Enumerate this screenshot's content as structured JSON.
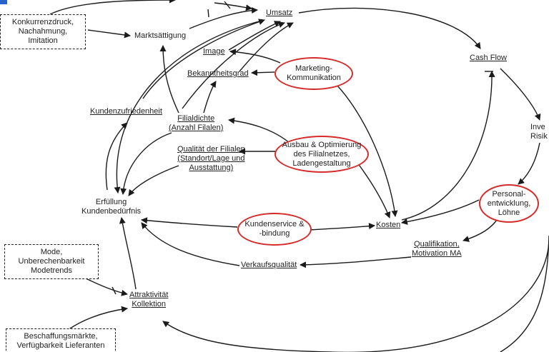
{
  "nodes": {
    "umsatz": "Umsatz",
    "cash_flow": "Cash Flow",
    "marktsaettigung": "Marktsättigung",
    "image": "Image",
    "bekanntheitsgrad": "Bekanntheitsgrad",
    "kundenzufriedenheit": "Kundenzufriedenheit",
    "filialdichte_1": "Filialdichte",
    "filialdichte_2": "(Anzahl Filalen)",
    "qualitaet_1": "Qualität der Filialen",
    "qualitaet_2": "(Standort/Lage und",
    "qualitaet_3": "Ausstattung)",
    "erfuellung_1": "Erfüllung",
    "erfuellung_2": "Kundenbedürfnis",
    "kosten": "Kosten",
    "verkaufsqualitaet": "Verkaufsqualität",
    "qualifikation_1": "Qualifikation,",
    "qualifikation_2": "Motivation MA",
    "attraktivitaet_1": "Attraktivität",
    "attraktivitaet_2": "Kollektion",
    "invest_1": "Inve",
    "invest_2": "Risik"
  },
  "levers": {
    "marketing_1": "Marketing-",
    "marketing_2": "Kommunikation",
    "ausbau_1": "Ausbau & Optimierung",
    "ausbau_2": "des Filialnetzes,",
    "ausbau_3": "Ladengestaltung",
    "kundenservice_1": "Kundenservice &",
    "kundenservice_2": "-bindung",
    "personal_1": "Personal-",
    "personal_2": "entwicklung,",
    "personal_3": "Löhne"
  },
  "external": {
    "konkurrenz_1": "Konkurrenzdruck,",
    "konkurrenz_2": "Nachahmung,",
    "konkurrenz_3": "Imitation",
    "mode_1": "Mode,",
    "mode_2": "Unberechenbarkeit",
    "mode_3": "Modetrends",
    "beschaffung_1": "Beschaffungsmärkte,",
    "beschaffung_2": "Verfügbarkeit Lieferanten"
  },
  "colors": {
    "lever_border": "#d62b2b",
    "arrow": "#1a1a1a",
    "corner_mark": "#2a62c9"
  }
}
